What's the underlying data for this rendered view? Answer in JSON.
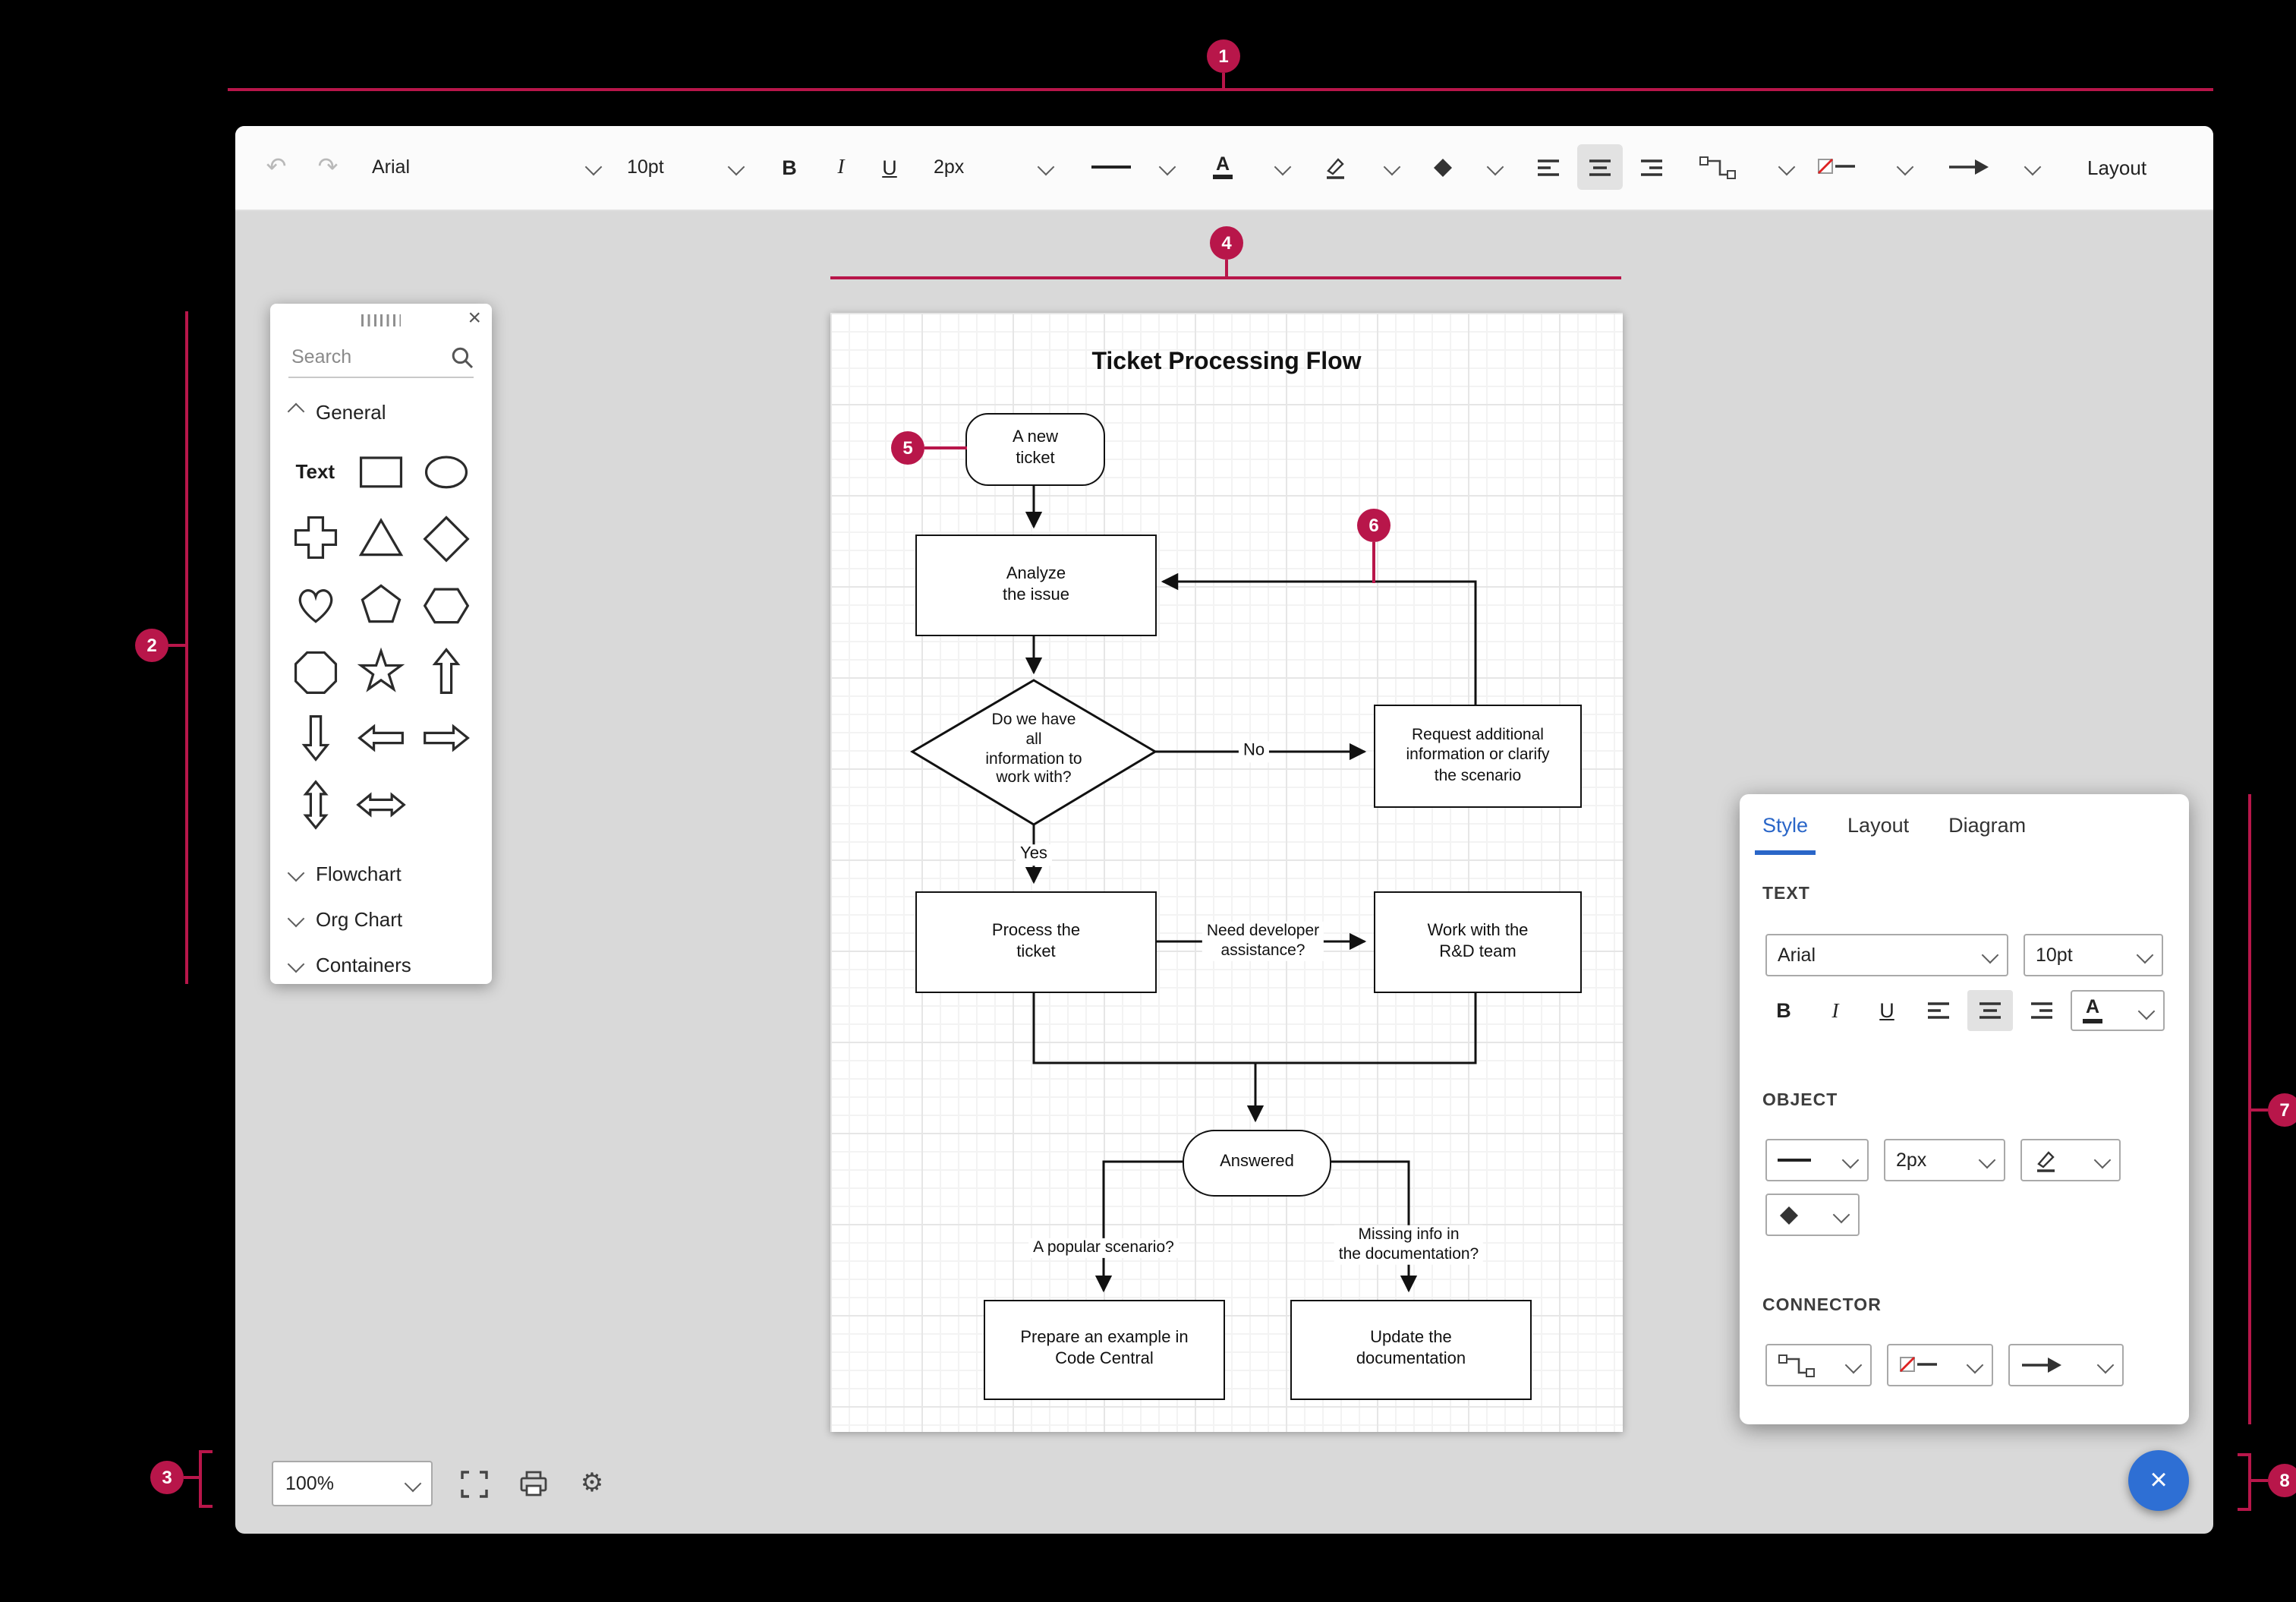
{
  "colors": {
    "callout_red": "#b8164a",
    "accent_blue": "#2a66c8",
    "fab_blue": "#2e6fd4"
  },
  "callouts": [
    "1",
    "2",
    "3",
    "4",
    "5",
    "6",
    "7",
    "8"
  ],
  "toolbar": {
    "font_family": "Arial",
    "font_size": "10pt",
    "bold": "B",
    "italic": "I",
    "underline": "U",
    "stroke_width": "2px",
    "layout_label": "Layout"
  },
  "shapes_panel": {
    "search_placeholder": "Search",
    "text_shape_label": "Text",
    "sections": {
      "general": "General",
      "flowchart": "Flowchart",
      "org_chart": "Org Chart",
      "containers": "Containers"
    }
  },
  "canvas": {
    "title": "Ticket Processing Flow",
    "nodes": {
      "new_ticket": "A new\nticket",
      "analyze": "Analyze\nthe issue",
      "decision": "Do we have\nall\ninformation to\nwork with?",
      "request_info": "Request additional\ninformation or clarify\nthe scenario",
      "process": "Process the\nticket",
      "rnd": "Work with the\nR&D team",
      "answered": "Answered",
      "prepare": "Prepare an example in\nCode Central",
      "update_docs": "Update the\ndocumentation"
    },
    "edge_labels": {
      "no": "No",
      "yes": "Yes",
      "dev_assist": "Need developer\nassistance?",
      "popular": "A popular scenario?",
      "missing": "Missing info in\nthe documentation?"
    }
  },
  "statusbar": {
    "zoom": "100%"
  },
  "properties_panel": {
    "tabs": [
      "Style",
      "Layout",
      "Diagram"
    ],
    "sections": {
      "text": "TEXT",
      "object": "OBJECT",
      "connector": "CONNECTOR"
    },
    "font_family": "Arial",
    "font_size": "10pt",
    "bold": "B",
    "italic": "I",
    "underline": "U",
    "stroke_width": "2px"
  }
}
